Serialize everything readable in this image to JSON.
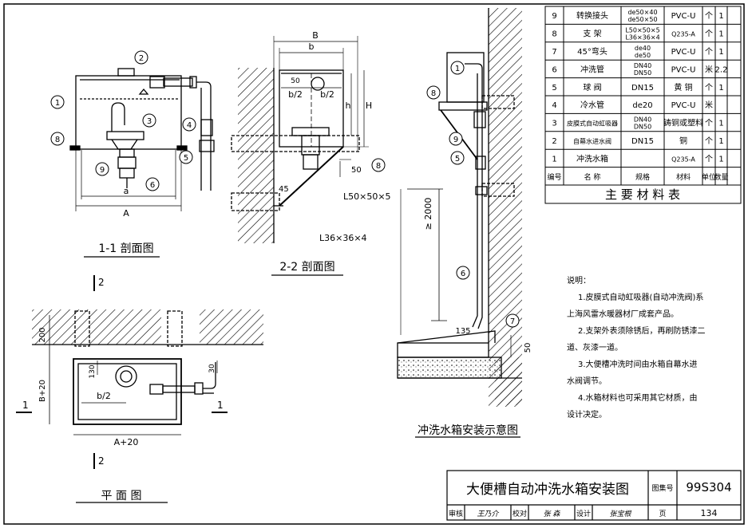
{
  "materials": {
    "table_title": "主 要 材 料 表",
    "headers": [
      "编号",
      "名 称",
      "规格",
      "材料",
      "单位",
      "数量"
    ],
    "rows": [
      {
        "no": "9",
        "name": "转换接头",
        "spec": [
          "de50×40",
          "de50×50"
        ],
        "material": "PVC-U",
        "unit": "个",
        "qty": "1"
      },
      {
        "no": "8",
        "name": "支 架",
        "spec": [
          "L50×50×5",
          "L36×36×4"
        ],
        "material": "Q235-A",
        "unit": "个",
        "qty": "1"
      },
      {
        "no": "7",
        "name": "45°弯头",
        "spec": [
          "de40",
          "de50"
        ],
        "material": "PVC-U",
        "unit": "个",
        "qty": "1"
      },
      {
        "no": "6",
        "name": "冲洗管",
        "spec": [
          "DN40",
          "DN50"
        ],
        "material": "PVC-U",
        "unit": "米",
        "qty": "2.2"
      },
      {
        "no": "5",
        "name": "球 阀",
        "spec": [
          "DN15"
        ],
        "material": "黄 铜",
        "unit": "个",
        "qty": "1"
      },
      {
        "no": "4",
        "name": "冷水管",
        "spec": [
          "de20"
        ],
        "material": "PVC-U",
        "unit": "米",
        "qty": ""
      },
      {
        "no": "3",
        "name": "皮膜式自动虹吸器",
        "spec": [
          "DN40",
          "DN50"
        ],
        "material": "铸铜或塑料",
        "unit": "个",
        "qty": "1"
      },
      {
        "no": "2",
        "name": "自幕水进水阀",
        "spec": [
          "DN15"
        ],
        "material": "铜",
        "unit": "个",
        "qty": "1"
      },
      {
        "no": "1",
        "name": "冲洗水箱",
        "spec": [
          ""
        ],
        "material": "Q235-A",
        "unit": "个",
        "qty": "1"
      }
    ]
  },
  "views": {
    "section_1_1": "1-1  剖面图",
    "section_2_2": "2-2  剖面图",
    "plan": "平  面  图",
    "install": "冲洗水箱安装示意图"
  },
  "dims": {
    "A": "A",
    "a": "a",
    "B": "B",
    "b": "b",
    "b2": "b/2",
    "h": "h",
    "H": "H",
    "d50": "50",
    "d45": "45",
    "angle1": "L50×50×5",
    "angle2": "L36×36×4",
    "d200": "200",
    "b20": "B+20",
    "a20": "A+20",
    "d130": "130",
    "d30": "30",
    "d2000": "≥ 2000",
    "d135": "135",
    "d50b": "50",
    "cut1": "1",
    "cut2": "2"
  },
  "callouts": [
    "1",
    "2",
    "3",
    "4",
    "5",
    "6",
    "7",
    "8",
    "9"
  ],
  "notes": {
    "heading": "说明：",
    "lines": [
      "1.皮膜式自动虹吸器(自动冲洗阀)系",
      "上海风雷水暖器材厂成套产品。",
      "2.支架外表须除锈后，再刷防锈漆二",
      "道、灰漆一道。",
      "3.大便槽冲洗时间由水箱自幕水进",
      "水阀调节。",
      "4.水箱材料也可采用其它材质，由",
      "设计决定。"
    ]
  },
  "titleblock": {
    "title": "大便槽自动冲洗水箱安装图",
    "atlas_label": "图集号",
    "atlas_no": "99S304",
    "review": "审核",
    "review_sig": "王乃介",
    "check": "校对",
    "check_sig": "张 森",
    "design": "设计",
    "design_sig": "张宝根",
    "page_label": "页",
    "page_no": "134"
  }
}
